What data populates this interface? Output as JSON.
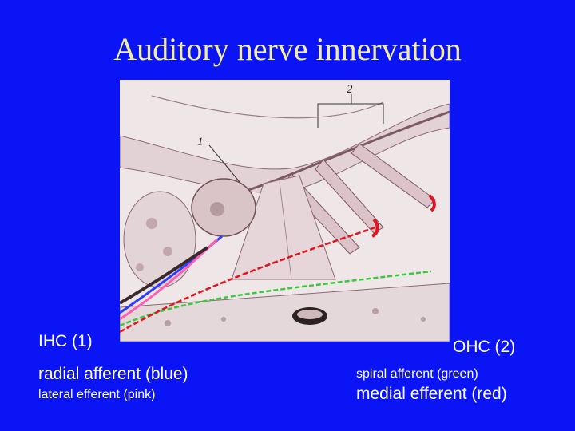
{
  "slide": {
    "title": "Auditory nerve innervation"
  },
  "figure": {
    "marker_1": "1",
    "marker_2": "2"
  },
  "labels": {
    "ihc": "IHC (1)",
    "ohc": "OHC (2)",
    "radial_afferent": "radial afferent (blue)",
    "lateral_efferent": "lateral efferent (pink)",
    "spiral_afferent": "spiral afferent (green)",
    "medial_efferent": "medial efferent (red)"
  },
  "colors": {
    "background": "#0a14f5",
    "title": "#f3ee9a",
    "text": "#ffffff",
    "radial_afferent": "#2a3cff",
    "lateral_efferent": "#ff5fb0",
    "spiral_afferent": "#3cc83c",
    "medial_efferent": "#e0141e"
  }
}
